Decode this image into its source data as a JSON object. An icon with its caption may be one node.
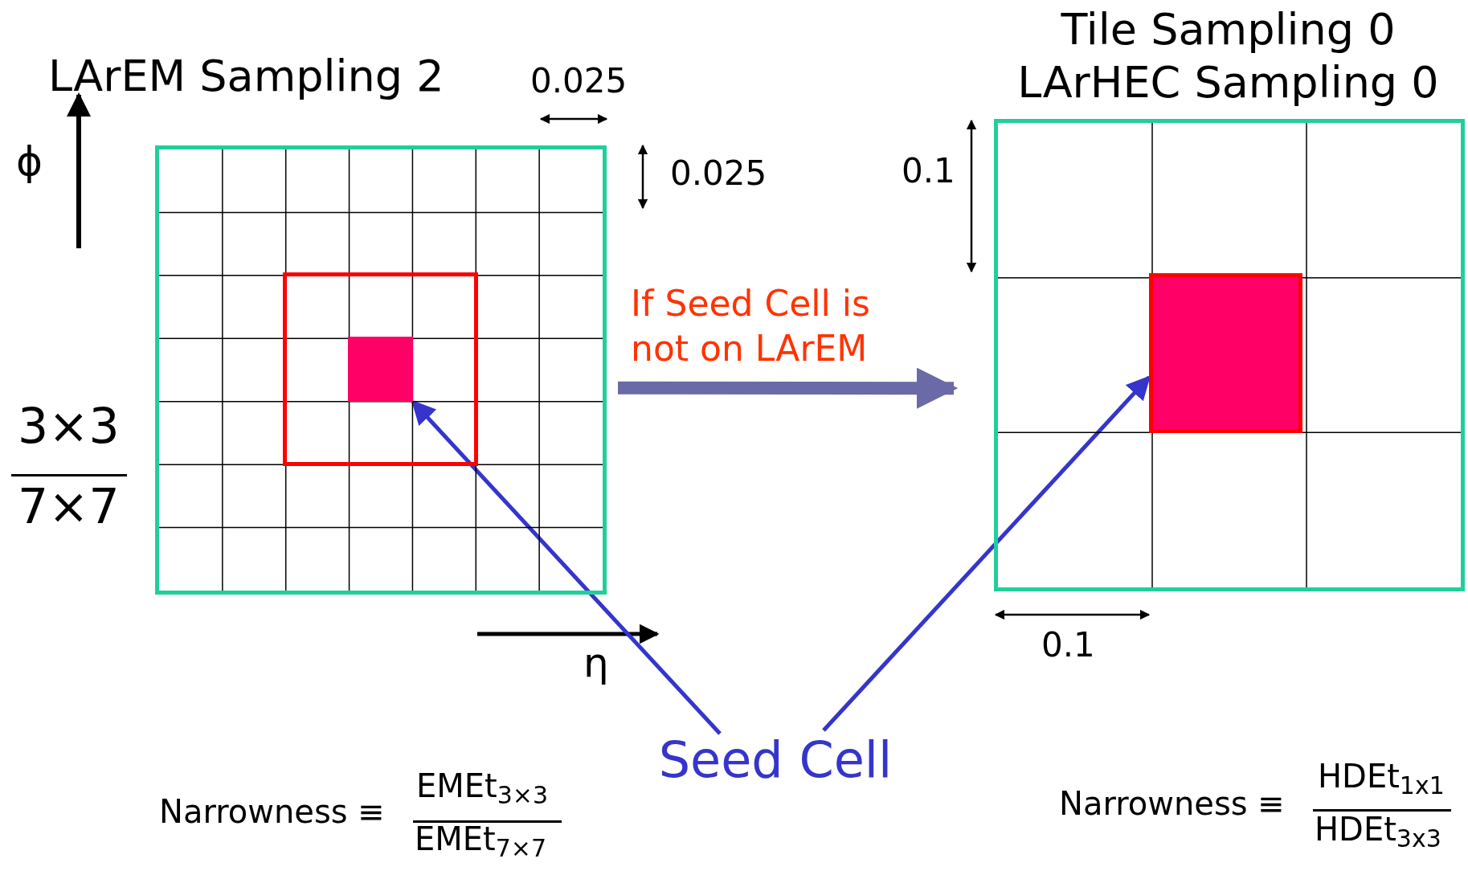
{
  "diagram": {
    "nodes": [
      {
        "text": [
          "LArEM Sampling 2"
        ]
      },
      {
        "text": [],
        "shape": "box",
        "in": 0
      },
      {
        "text": [
          "Tile Sampling 0",
          "LArHEC Sampling 0"
        ]
      },
      {
        "text": [],
        "shape": "box",
        "in": 2
      },
      {
        "text": [
          "Seed Cell"
        ]
      }
    ],
    "edges": [
      {
        "from": 0,
        "to": 2,
        "arrow": "to",
        "label": "If Seed Cell is not on LArEM",
        "style": "thick",
        "color": "#6a6aa6"
      },
      {
        "from": 4,
        "to": 1,
        "arrow": "to"
      },
      {
        "from": 4,
        "to": 3,
        "arrow": "to"
      }
    ],
    "labels": [
      "0.025",
      "0.025",
      "ϕ",
      "3×3",
      "7×7",
      "η",
      "0.1",
      "0.1",
      "Narrowness ≡",
      "EMEt$_{3×3}$",
      "EMEt$_{7×7}$",
      "Narrowness ≡",
      "HDEt$_{1x1}$",
      "HDEt$_{3x3}$"
    ]
  }
}
